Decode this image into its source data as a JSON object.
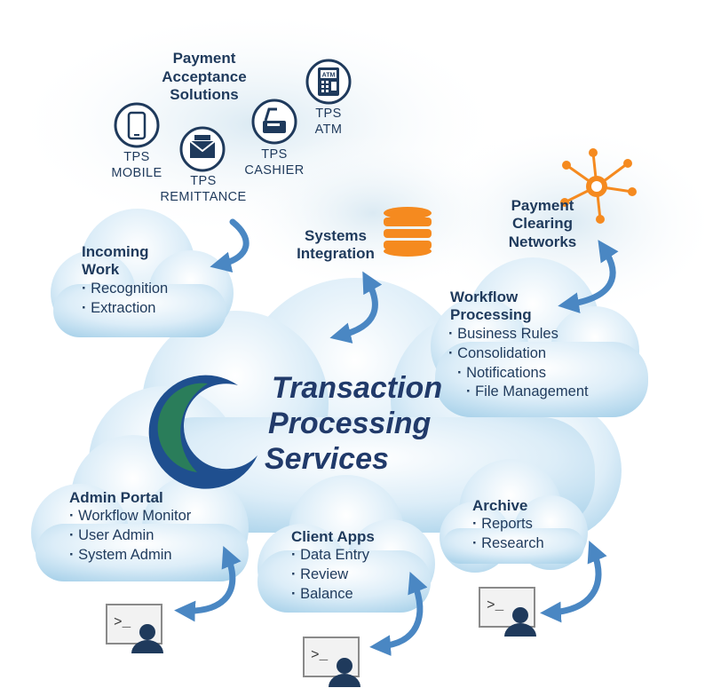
{
  "payment_acceptance": {
    "title_lines": [
      "Payment",
      "Acceptance",
      "Solutions"
    ],
    "items": [
      {
        "label": [
          "TPS",
          "MOBILE"
        ],
        "icon": "mobile-phone-icon"
      },
      {
        "label": [
          "TPS",
          "REMITTANCE"
        ],
        "icon": "remittance-envelope-icon"
      },
      {
        "label": [
          "TPS",
          "CASHIER"
        ],
        "icon": "cashier-register-icon"
      },
      {
        "label": [
          "TPS",
          "ATM"
        ],
        "icon": "atm-machine-icon"
      }
    ],
    "atm_screen_text": "ATM"
  },
  "systems_integration": {
    "lines": [
      "Systems",
      "Integration"
    ],
    "icon": "database-icon"
  },
  "payment_clearing": {
    "lines": [
      "Payment",
      "Clearing",
      "Networks"
    ],
    "icon": "network-hub-icon"
  },
  "incoming_work": {
    "title_lines": [
      "Incoming",
      "Work"
    ],
    "bullets": [
      "Recognition",
      "Extraction"
    ]
  },
  "workflow_processing": {
    "title_lines": [
      "Workflow",
      "Processing"
    ],
    "bullets": [
      "Business Rules",
      "Consolidation",
      "Notifications",
      "File Management"
    ]
  },
  "center": {
    "lines": [
      "Transaction",
      "Processing",
      "Services"
    ],
    "logo": "tps-logo"
  },
  "admin_portal": {
    "title": "Admin Portal",
    "bullets": [
      "Workflow Monitor",
      "User Admin",
      "System Admin"
    ]
  },
  "client_apps": {
    "title": "Client Apps",
    "bullets": [
      "Data Entry",
      "Review",
      "Balance"
    ]
  },
  "archive": {
    "title": "Archive",
    "bullets": [
      "Reports",
      "Research"
    ]
  },
  "terminal_prompt": ">_",
  "colors": {
    "navy": "#1f3a5c",
    "cloud_light": "#e8f3fa",
    "cloud_dark": "#a9d2ea",
    "arrow_blue": "#4a87c3",
    "orange": "#f58a1f",
    "logo_blue": "#1f4f8f",
    "logo_green": "#2a7d5a"
  }
}
